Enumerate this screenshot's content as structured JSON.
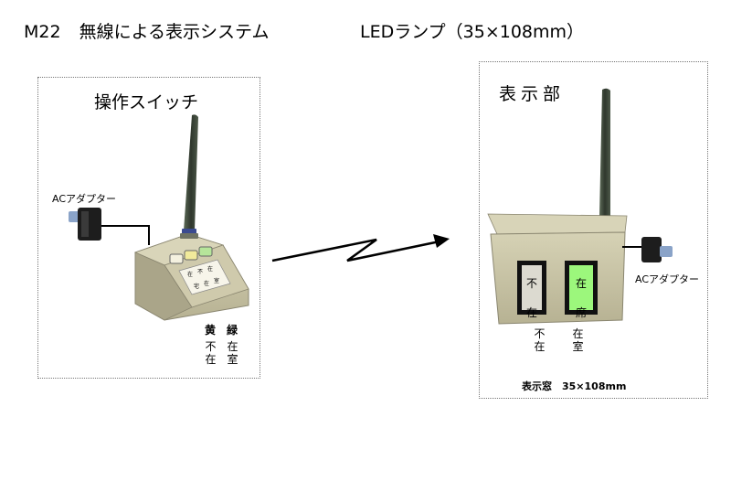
{
  "title": {
    "model": "M22",
    "main": "無線による表示システム",
    "sub": "LEDランプ（35×108mm）"
  },
  "switch_panel": {
    "heading": "操作スイッチ",
    "adapter_label": "ACアダプター",
    "button_labels": [
      "黄",
      "緑"
    ],
    "status_labels": [
      "不在",
      "在室"
    ],
    "key_labels": [
      [
        "在",
        "不",
        "在"
      ],
      [
        "宅",
        "在",
        "室"
      ]
    ]
  },
  "display_panel": {
    "heading": "表示部",
    "adapter_label": "ACアダプター",
    "window_labels": [
      "不在",
      "在席"
    ],
    "status_labels": [
      "不在",
      "在室"
    ],
    "window_size": "表示窓　35×108mm"
  },
  "colors": {
    "device_body": "#c9c4a4",
    "device_shadow": "#9e997d",
    "window_green": "#9cf77c",
    "antenna": "#3f4a3c"
  }
}
